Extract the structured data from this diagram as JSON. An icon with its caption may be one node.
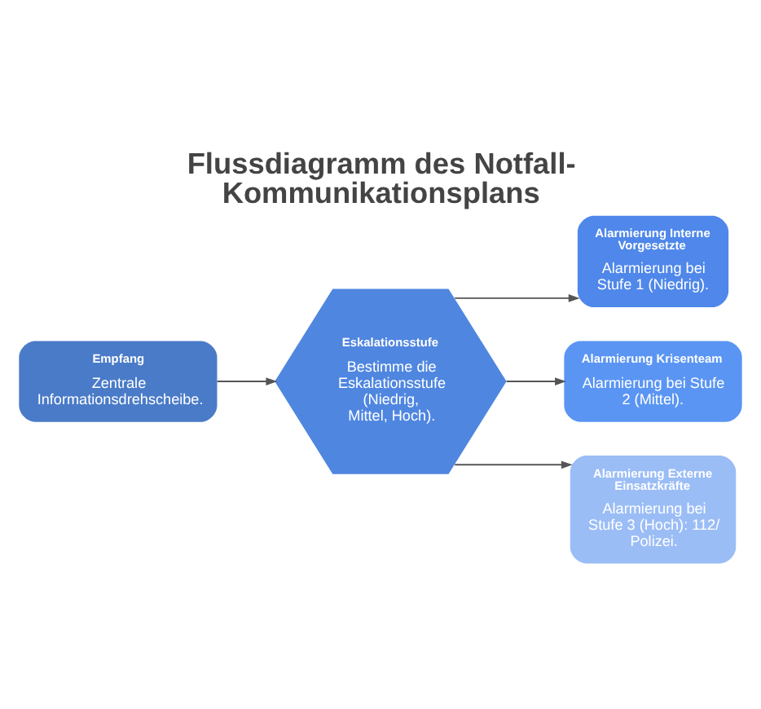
{
  "diagram": {
    "title": "Flussdiagramm des Notfall-Kommunikationsplans",
    "nodes": [
      {
        "text": [
          "Empfang",
          "Zentrale Informationsdrehscheibe."
        ]
      },
      {
        "text": [
          "Eskalationsstufe",
          "Bestimme die Eskalationsstufe (Niedrig, Mittel, Hoch)."
        ]
      },
      {
        "text": [
          "Alarmierung Interne Vorgesetzte",
          "Alarmierung bei Stufe 1 (Niedrig)."
        ]
      },
      {
        "text": [
          "Alarmierung Krisenteam",
          "Alarmierung bei Stufe 2 (Mittel)."
        ]
      },
      {
        "text": [
          "Alarmierung Externe Einsatzkräfte",
          "Alarmierung bei Stufe 3 (Hoch): 112/ Polizei."
        ]
      }
    ],
    "edges": [
      {
        "from": 0,
        "to": 1,
        "arrow": "to"
      },
      {
        "from": 1,
        "to": 2,
        "arrow": "to"
      },
      {
        "from": 1,
        "to": 3,
        "arrow": "to"
      },
      {
        "from": 1,
        "to": 4,
        "arrow": "to"
      }
    ]
  }
}
